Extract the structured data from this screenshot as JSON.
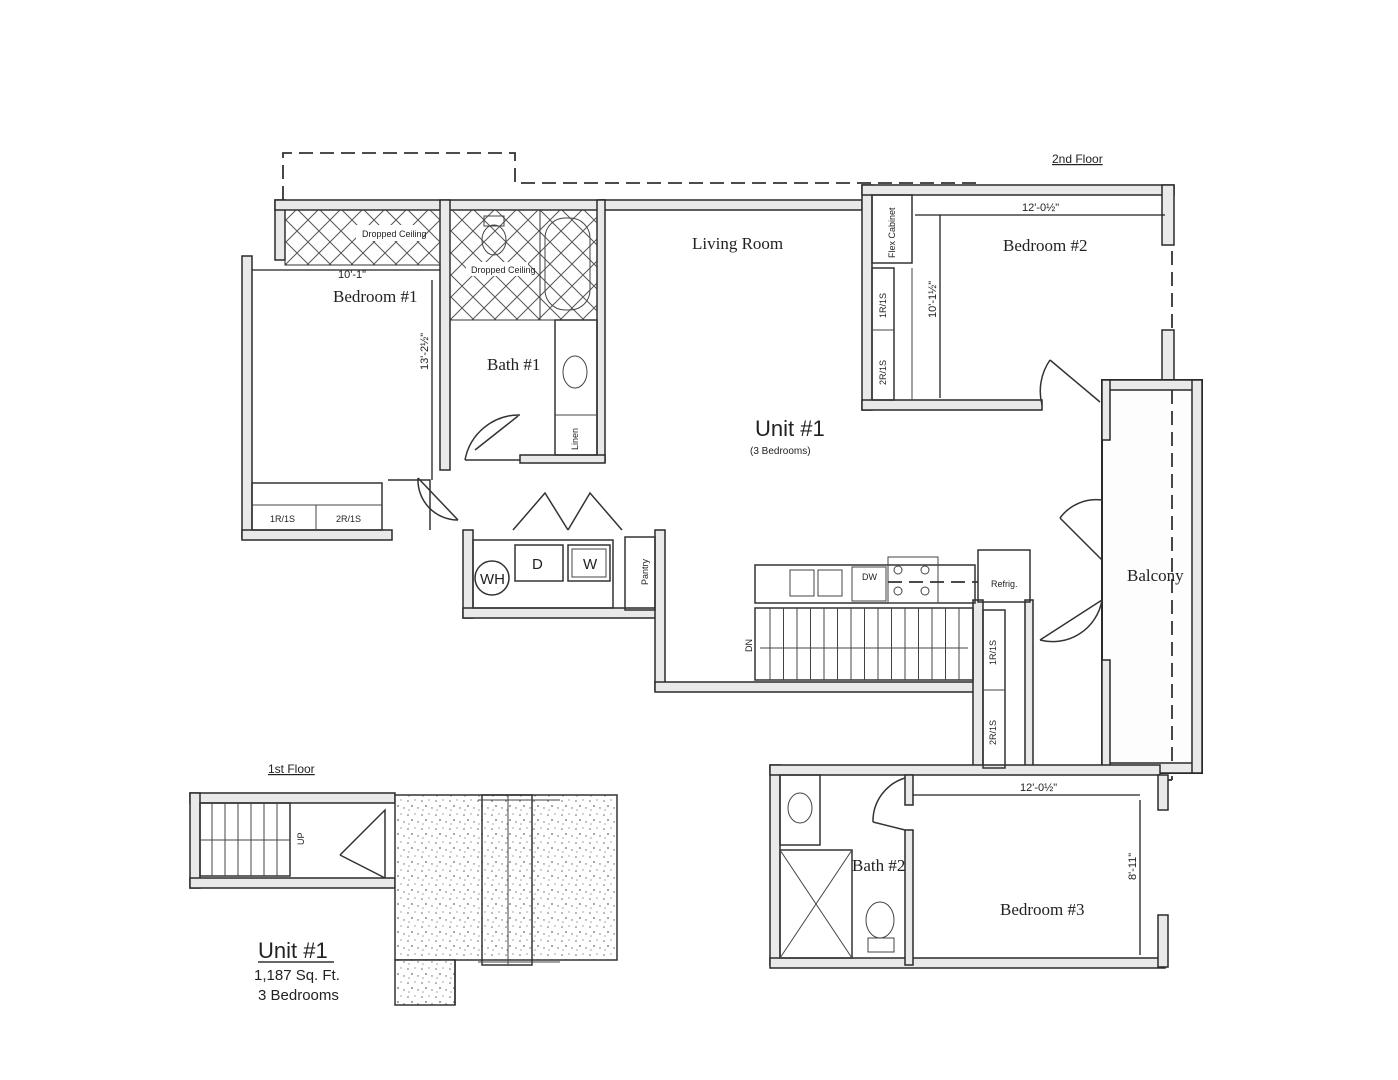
{
  "floors": {
    "second_label": "2nd Floor",
    "first_label": "1st Floor"
  },
  "rooms": {
    "living_room": "Living Room",
    "bedroom1": "Bedroom #1",
    "bedroom2": "Bedroom #2",
    "bedroom3": "Bedroom #3",
    "bath1": "Bath #1",
    "bath2": "Bath #2",
    "balcony": "Balcony"
  },
  "unit_center": {
    "title": "Unit #1",
    "subtitle": "(3 Bedrooms)"
  },
  "unit_summary": {
    "title": "Unit #1",
    "area": "1,187 Sq. Ft.",
    "bedrooms": "3 Bedrooms"
  },
  "dimensions": {
    "bed1_width": "10'-1\"",
    "bed1_depth": "13'-2½\"",
    "bed2_width": "12'-0½\"",
    "bed2_depth": "10'-1½\"",
    "bed3_width": "12'-0½\"",
    "bed3_depth": "8'-11\""
  },
  "labels": {
    "dropped_ceiling_bed": "Dropped Ceiling",
    "dropped_ceiling_bath": "Dropped Ceiling",
    "linen": "Linen",
    "flex_cabinet": "Flex Cabinet",
    "closet_1r": "1R/1S",
    "closet_2r": "2R/1S",
    "pantry": "Pantry",
    "refrig": "Refrig.",
    "dw": "DW",
    "stair_dn": "DN",
    "stair_up": "UP"
  },
  "appliances": {
    "water_heater": "WH",
    "dryer": "D",
    "washer": "W"
  }
}
